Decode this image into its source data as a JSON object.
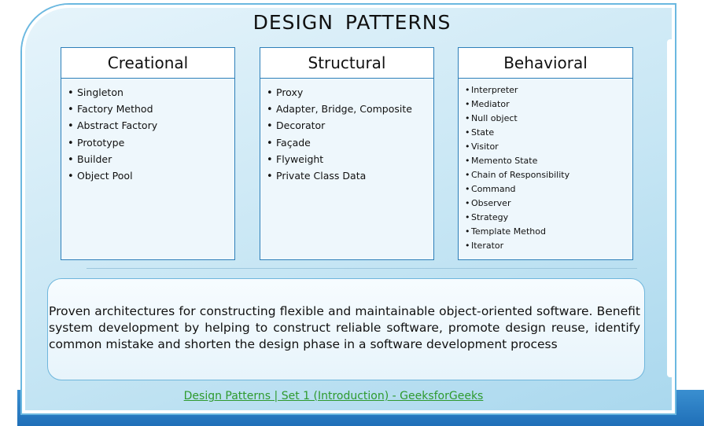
{
  "title": "DESIGN  PATTERNS",
  "columns": [
    {
      "heading": "Creational",
      "items": [
        "Singleton",
        "Factory Method",
        "Abstract Factory",
        "Prototype",
        "Builder",
        "Object Pool"
      ]
    },
    {
      "heading": "Structural",
      "items": [
        "Proxy",
        "Adapter, Bridge, Composite",
        "Decorator",
        "Façade",
        "Flyweight",
        "Private Class Data"
      ]
    },
    {
      "heading": "Behavioral",
      "items": [
        "Interpreter",
        "Mediator",
        "Null object",
        "State",
        "Visitor",
        "Memento State",
        "Chain of Responsibility",
        "Command",
        "Observer",
        "Strategy",
        "Template Method",
        "Iterator"
      ]
    }
  ],
  "description": "Proven architectures for constructing flexible and maintainable object-oriented software. Benefit system development by helping to construct reliable software, promote design reuse, identify common mistake and shorten the design phase in a software development process",
  "source_link": "Design Patterns | Set 1 (Introduction) - GeeksforGeeks",
  "colors": {
    "frame_gradient_top": "#e6f4fb",
    "frame_gradient_bottom": "#aad8ee",
    "border_blue": "#2e7fb9",
    "bottom_band": "#1f6fb8",
    "link_green": "#2e9a2e"
  }
}
